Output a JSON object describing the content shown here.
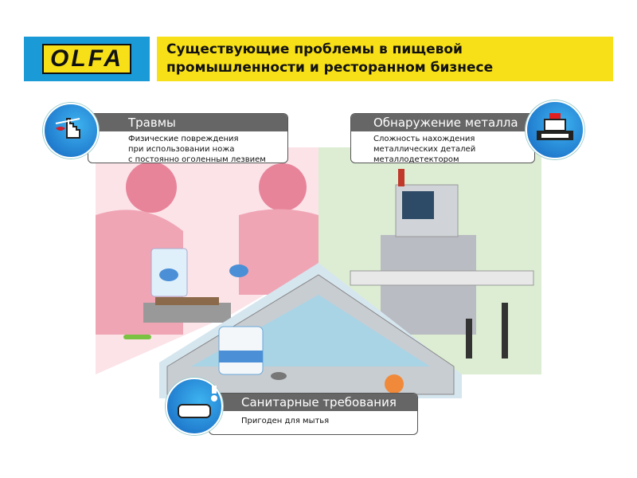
{
  "header": {
    "logo": "OLFA",
    "title_line1": "Существующие проблемы в пищевой",
    "title_line2": "промышленности и ресторанном бизнесе"
  },
  "cards": [
    {
      "title": "Травмы",
      "lines": [
        "Физические повреждения",
        "при использовании ножа",
        "с постоянно оголенным лезвием"
      ],
      "icon": "cut-finger-icon"
    },
    {
      "title": "Обнаружение металла",
      "lines": [
        "Сложность нахождения",
        "металлических деталей",
        "металлодетектором"
      ],
      "icon": "metal-detector-icon"
    },
    {
      "title": "Санитарные требования",
      "lines": [
        "Пригоден для мытья"
      ],
      "icon": "hand-washing-icon"
    }
  ],
  "colors": {
    "blue": "#1a9ad6",
    "yellow": "#f7e017",
    "card_header": "#666666",
    "green_bg": "#d9ecd0",
    "pink": "#f0a0b0"
  }
}
